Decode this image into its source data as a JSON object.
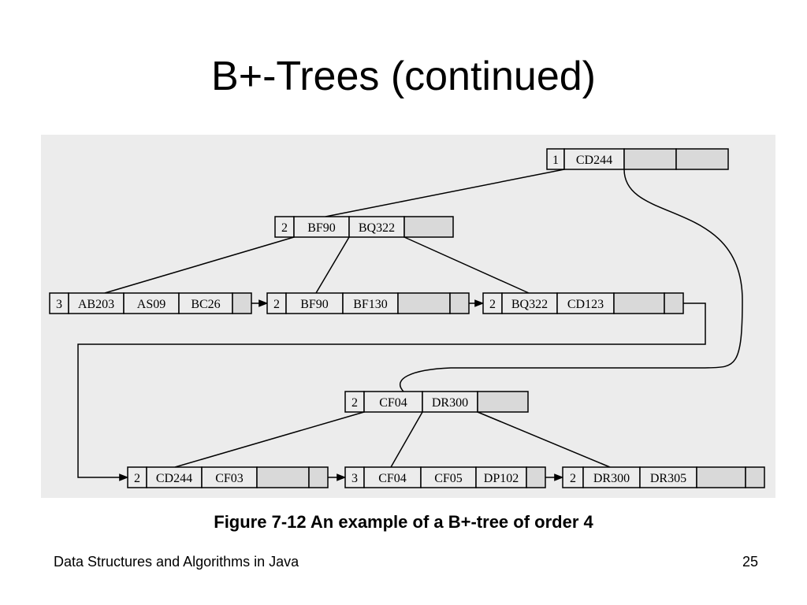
{
  "slide": {
    "title": "B+-Trees (continued)",
    "caption": "Figure 7-12 An example of a B+-tree of order 4",
    "footer_left": "Data Structures and Algorithms in Java",
    "page_number": "25"
  },
  "colors": {
    "panel_bg": "#ececec",
    "cell_fill": "#d9d9d9",
    "stroke": "#000000"
  },
  "tree": {
    "root": {
      "count": "1",
      "keys": [
        "CD244",
        "",
        ""
      ]
    },
    "internal": [
      {
        "count": "2",
        "keys": [
          "BF90",
          "BQ322",
          ""
        ]
      },
      {
        "count": "2",
        "keys": [
          "CF04",
          "DR300",
          ""
        ]
      }
    ],
    "leaves": [
      {
        "count": "3",
        "keys": [
          "AB203",
          "AS09",
          "BC26"
        ]
      },
      {
        "count": "2",
        "keys": [
          "BF90",
          "BF130",
          ""
        ]
      },
      {
        "count": "2",
        "keys": [
          "BQ322",
          "CD123",
          ""
        ]
      },
      {
        "count": "2",
        "keys": [
          "CD244",
          "CF03",
          ""
        ]
      },
      {
        "count": "3",
        "keys": [
          "CF04",
          "CF05",
          "DP102"
        ]
      },
      {
        "count": "2",
        "keys": [
          "DR300",
          "DR305",
          ""
        ]
      }
    ]
  }
}
